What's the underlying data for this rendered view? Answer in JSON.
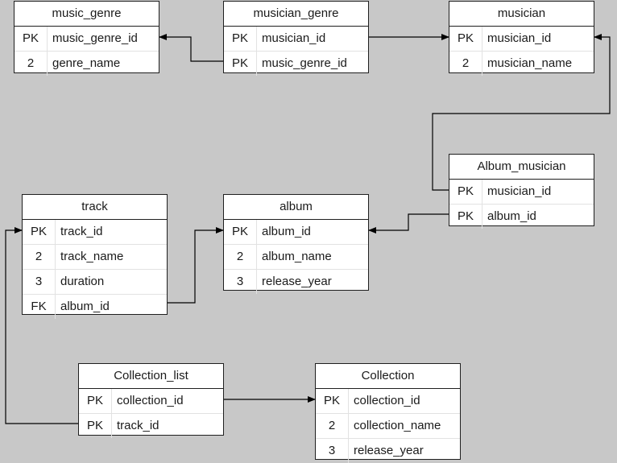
{
  "entities": {
    "music_genre": {
      "title": "music_genre",
      "rows": [
        {
          "key": "PK",
          "field": "music_genre_id"
        },
        {
          "key": "2",
          "field": "genre_name"
        }
      ]
    },
    "musician_genre": {
      "title": "musician_genre",
      "rows": [
        {
          "key": "PK",
          "field": "musician_id"
        },
        {
          "key": "PK",
          "field": "music_genre_id"
        }
      ]
    },
    "musician": {
      "title": "musician",
      "rows": [
        {
          "key": "PK",
          "field": "musician_id"
        },
        {
          "key": "2",
          "field": "musician_name"
        }
      ]
    },
    "album_musician": {
      "title": "Album_musician",
      "rows": [
        {
          "key": "PK",
          "field": "musician_id"
        },
        {
          "key": "PK",
          "field": "album_id"
        }
      ]
    },
    "track": {
      "title": "track",
      "rows": [
        {
          "key": "PK",
          "field": "track_id"
        },
        {
          "key": "2",
          "field": "track_name"
        },
        {
          "key": "3",
          "field": "duration"
        },
        {
          "key": "FK",
          "field": "album_id"
        }
      ]
    },
    "album": {
      "title": "album",
      "rows": [
        {
          "key": "PK",
          "field": "album_id"
        },
        {
          "key": "2",
          "field": "album_name"
        },
        {
          "key": "3",
          "field": "release_year"
        }
      ]
    },
    "collection_list": {
      "title": "Collection_list",
      "rows": [
        {
          "key": "PK",
          "field": "collection_id"
        },
        {
          "key": "PK",
          "field": "track_id"
        }
      ]
    },
    "collection": {
      "title": "Collection",
      "rows": [
        {
          "key": "PK",
          "field": "collection_id"
        },
        {
          "key": "2",
          "field": "collection_name"
        },
        {
          "key": "3",
          "field": "release_year"
        }
      ]
    }
  },
  "relationships": [
    {
      "from": "musician_genre.music_genre_id",
      "to": "music_genre.music_genre_id"
    },
    {
      "from": "musician_genre.musician_id",
      "to": "musician.musician_id"
    },
    {
      "from": "album_musician.musician_id",
      "to": "musician.musician_id"
    },
    {
      "from": "album_musician.album_id",
      "to": "album.album_id"
    },
    {
      "from": "track.album_id",
      "to": "album.album_id"
    },
    {
      "from": "collection_list.track_id",
      "to": "track.track_id"
    },
    {
      "from": "collection_list.collection_id",
      "to": "collection.collection_id"
    }
  ],
  "colors": {
    "background": "#c8c8c8",
    "table_fill": "#ffffff",
    "border": "#1f1f1f",
    "row_divider": "#e2e2e2",
    "connector": "#000000"
  }
}
